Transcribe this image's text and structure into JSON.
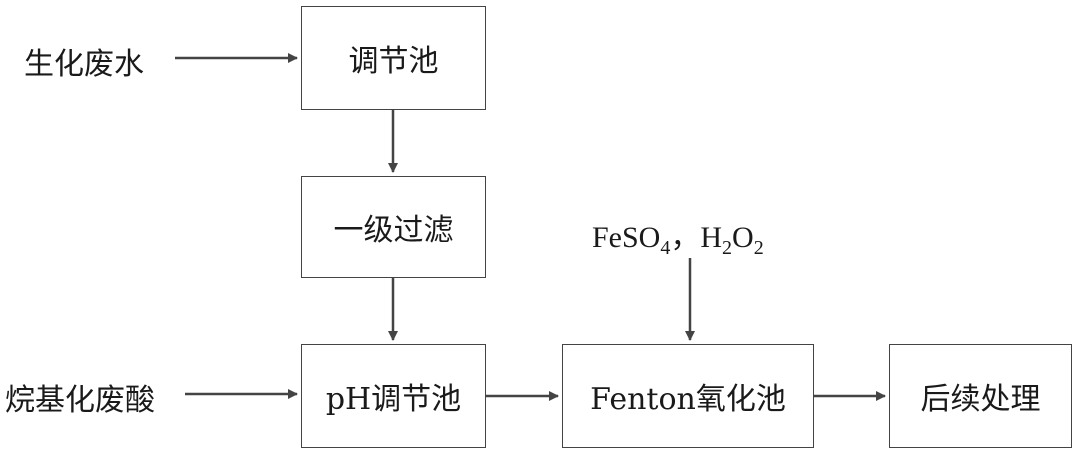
{
  "nodes": {
    "tiaojiechi": "调节池",
    "yijiguolv": "一级过滤",
    "ph_tiaojiechi": "pH调节池",
    "fenton": "Fenton氧化池",
    "houxuchuli": "后续处理"
  },
  "inputs": {
    "shenghua_feishui": "生化废水",
    "wanji_feisuan": "烷基化废酸",
    "reagents": {
      "fe": "FeSO",
      "fe_sub": "4",
      "sep": "，",
      "h": "H",
      "h_sub": "2",
      "o": "O",
      "o_sub": "2"
    }
  },
  "colors": {
    "line": "#444444",
    "text": "#1a1a1a"
  }
}
